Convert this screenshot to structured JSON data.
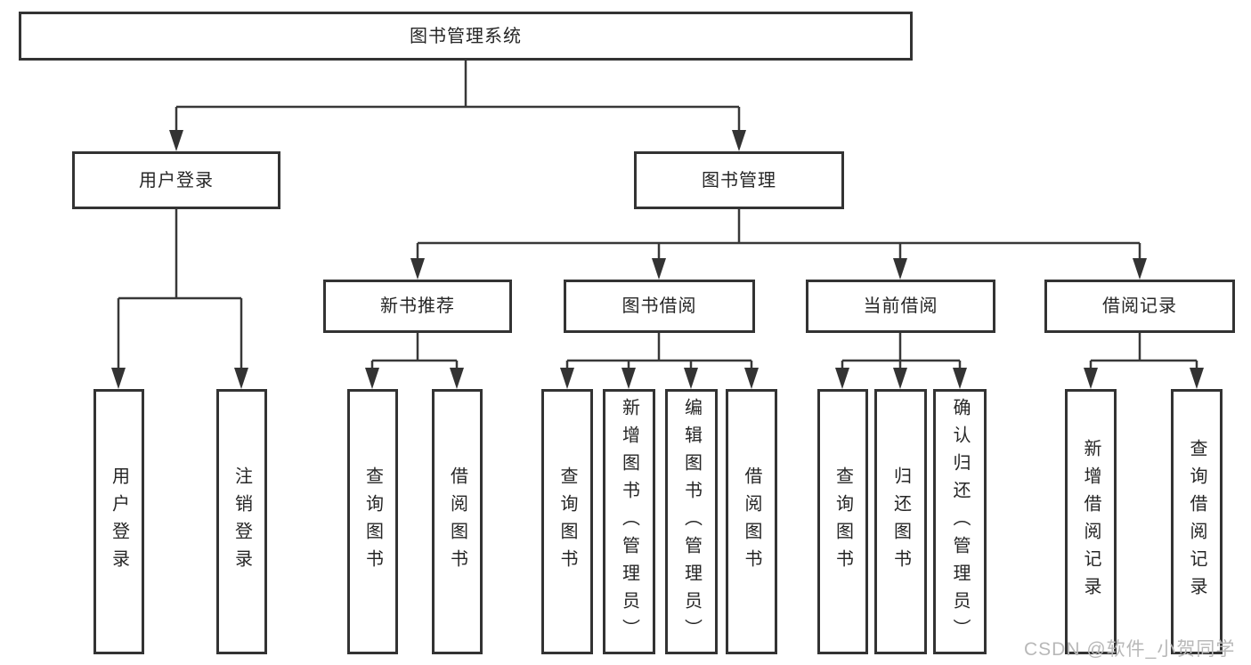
{
  "nodes": {
    "root": "图书管理系统",
    "user_login": "用户登录",
    "book_mgmt": "图书管理",
    "new_book_rec": "新书推荐",
    "book_borrow": "图书借阅",
    "current_borrow": "当前借阅",
    "borrow_record": "借阅记录",
    "ul_user_login": "用户登录",
    "ul_logout": "注销登录",
    "nr_query": "查询图书",
    "nr_borrow": "借阅图书",
    "bb_query": "查询图书",
    "bb_add": "新增图书（管理员）",
    "bb_edit": "编辑图书（管理员）",
    "bb_borrow": "借阅图书",
    "cb_query": "查询图书",
    "cb_return": "归还图书",
    "cb_confirm": "确认归还（管理员）",
    "br_add": "新增借阅记录",
    "br_query": "查询借阅记录"
  },
  "edges": [
    [
      "root",
      "user_login"
    ],
    [
      "root",
      "book_mgmt"
    ],
    [
      "user_login",
      "ul_user_login"
    ],
    [
      "user_login",
      "ul_logout"
    ],
    [
      "book_mgmt",
      "new_book_rec"
    ],
    [
      "book_mgmt",
      "book_borrow"
    ],
    [
      "book_mgmt",
      "current_borrow"
    ],
    [
      "book_mgmt",
      "borrow_record"
    ],
    [
      "new_book_rec",
      "nr_query"
    ],
    [
      "new_book_rec",
      "nr_borrow"
    ],
    [
      "book_borrow",
      "bb_query"
    ],
    [
      "book_borrow",
      "bb_add"
    ],
    [
      "book_borrow",
      "bb_edit"
    ],
    [
      "book_borrow",
      "bb_borrow"
    ],
    [
      "current_borrow",
      "cb_query"
    ],
    [
      "current_borrow",
      "cb_return"
    ],
    [
      "current_borrow",
      "cb_confirm"
    ],
    [
      "borrow_record",
      "br_add"
    ],
    [
      "borrow_record",
      "br_query"
    ]
  ],
  "watermark": "CSDN @软件_小贺同学",
  "colors": {
    "line": "#383838",
    "arrow": "#333333",
    "box_border": "#333333",
    "box_fill": "#ffffff",
    "text": "#262626",
    "watermark": "#b8b8b8",
    "background": "#ffffff"
  }
}
